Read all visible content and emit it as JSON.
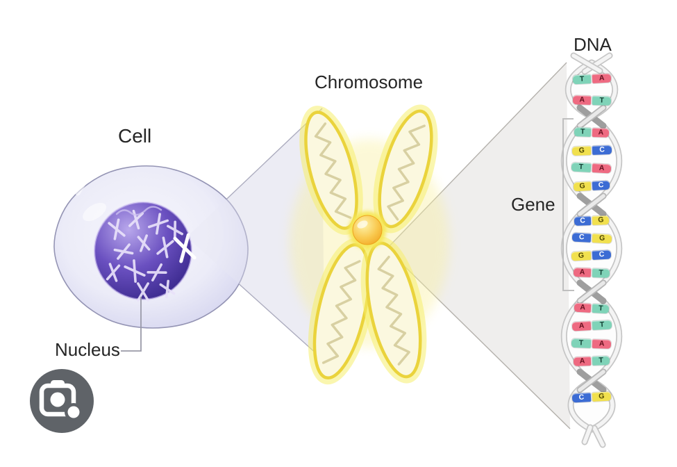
{
  "diagram": {
    "cell_label": "Cell",
    "nucleus_label": "Nucleus",
    "chromosome_label": "Chromosome",
    "gene_label": "Gene",
    "dna_label": "DNA"
  },
  "dna": {
    "base_colors": {
      "A": "#ee6a81",
      "T": "#7fd3b8",
      "G": "#f1e04e",
      "C": "#3c6cd4"
    },
    "letter_colors": {
      "A": "#64101f",
      "T": "#123f33",
      "G": "#4d4500",
      "C": "#ffffff"
    },
    "segments": [
      [
        "T-A",
        "A-T"
      ],
      [
        "T-A",
        "G-C",
        "T-A",
        "G-C"
      ],
      [
        "C-G",
        "C-G",
        "G-C",
        "A-T"
      ],
      [
        "A-T",
        "A-T",
        "T-A",
        "A-T"
      ],
      [
        "C-G"
      ]
    ]
  },
  "colors": {
    "nucleus_dark": "#2c1d7e",
    "nucleus_light": "#b4a3ea",
    "cell_membrane": "#9494b4",
    "cell_fill_inner": "#f3f3fb",
    "cell_fill_edge": "#d7d7f0",
    "chromosome_outline": "#ead33c",
    "chromosome_fill": "#fbf8df",
    "centromere_orange": "#f4a820",
    "zoom_cone_cell": "#e4e4ef",
    "zoom_cone_dna": "#edecea",
    "gene_bracket": "#bfbfbf",
    "lens_button_bg": "#5f6368"
  },
  "icons": {
    "lens_camera": "camera-icon"
  }
}
